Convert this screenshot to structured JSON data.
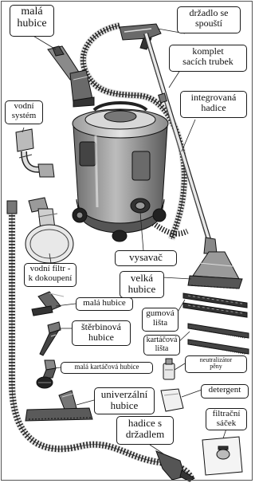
{
  "labels": {
    "mala_hubice_top": [
      "malá",
      "hubice"
    ],
    "drzadlo": [
      "držadlo se",
      "spouští"
    ],
    "komplet": [
      "komplet",
      "sacích trubek"
    ],
    "vodni_system": [
      "vodní",
      "systém"
    ],
    "integrovana": [
      "integrovaná",
      "hadice"
    ],
    "vodni_filtr": [
      "vodní filtr -",
      "k dokoupení"
    ],
    "vysavac": [
      "vysavač"
    ],
    "velka_hubice": [
      "velká",
      "hubice"
    ],
    "mala_hubice_2": [
      "malá hubice"
    ],
    "gumova_lista": [
      "gumová",
      "lišta"
    ],
    "sterbinova": [
      "štěrbinová",
      "hubice"
    ],
    "kartacova_lista": [
      "kartáčová",
      "lišta"
    ],
    "mala_kartacova": [
      "malá kartáčová hubice"
    ],
    "neutralizator": [
      "neutralizátor",
      "pěny"
    ],
    "detergent": [
      "detergent"
    ],
    "univerzalni": [
      "univerzální",
      "hubice"
    ],
    "filtracni": [
      "filtrační",
      "sáček"
    ],
    "hadice_s": [
      "hadice s",
      "držadlem"
    ]
  },
  "colors": {
    "ink": "#1a1a1a",
    "body_gray": "#8a8a8a",
    "light_gray": "#c8c8c8",
    "dark_gray": "#4a4a4a",
    "background": "#ffffff"
  },
  "icons": {
    "vacuum": "vacuum-cleaner-icon",
    "hose": "hose-icon",
    "nozzle": "nozzle-icon",
    "bottle": "bottle-icon",
    "bag": "filter-bag-icon"
  }
}
